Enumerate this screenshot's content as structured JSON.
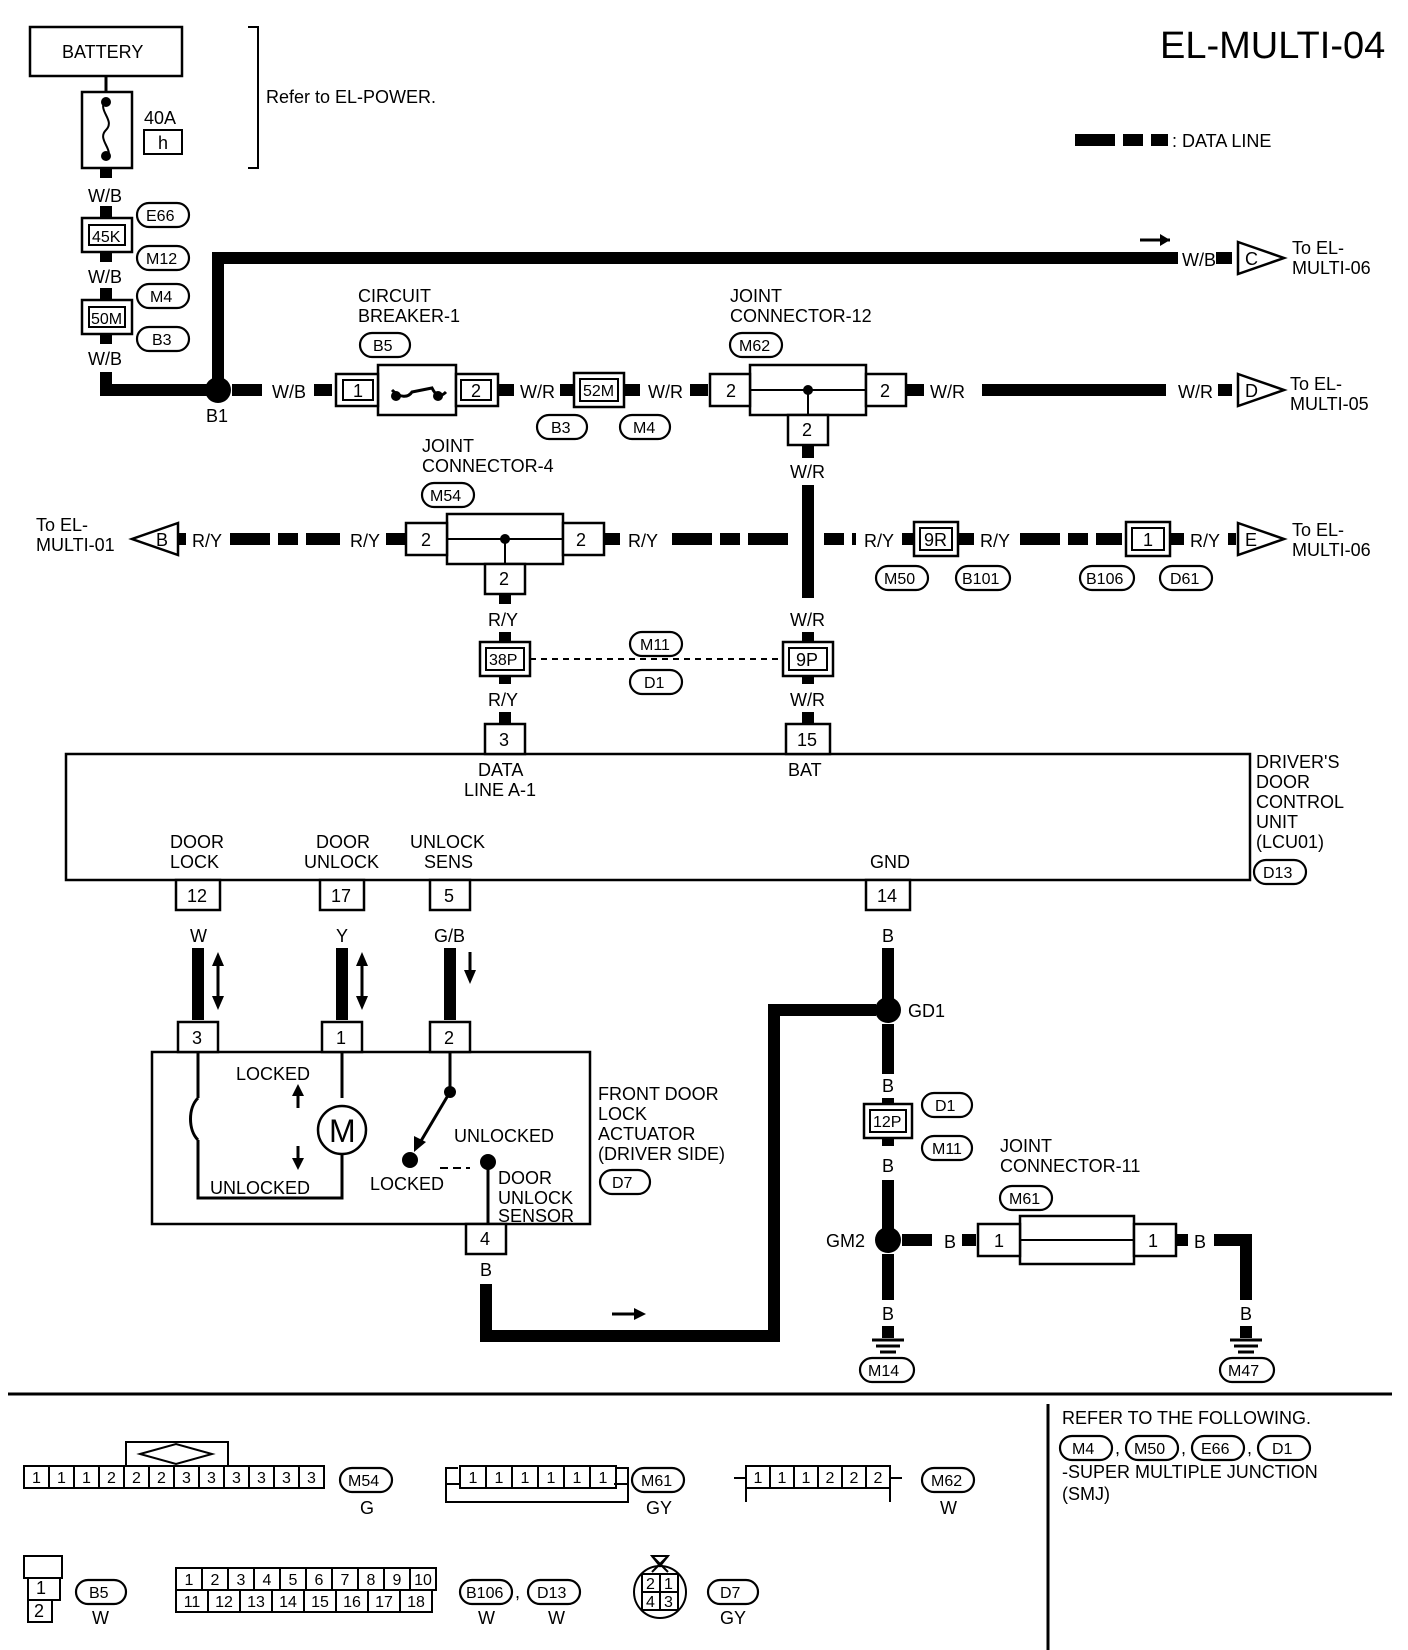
{
  "page_title": "EL-MULTI-04",
  "legend": {
    "data_line": ": DATA LINE"
  },
  "battery": {
    "label": "BATTERY",
    "fuse_rating": "40A",
    "fuse_id": "h",
    "refer": "Refer to EL-POWER."
  },
  "wires": {
    "wb": "W/B",
    "wr": "W/R",
    "ry": "R/Y",
    "w": "W",
    "y": "Y",
    "gb": "G/B",
    "b": "B"
  },
  "connectors": {
    "c45k": "45K",
    "c50m": "50M",
    "c52m": "52M",
    "c38p": "38P",
    "c9p": "9P",
    "c9r": "9R",
    "c12p": "12P",
    "e66": "E66",
    "m12": "M12",
    "m4": "M4",
    "b3": "B3",
    "b5": "B5",
    "m62": "M62",
    "m54": "M54",
    "m11": "M11",
    "d1": "D1",
    "m50": "M50",
    "b101": "B101",
    "b106": "B106",
    "d61": "D61",
    "d13": "D13",
    "d7": "D7",
    "m61": "M61",
    "m14": "M14",
    "m47": "M47"
  },
  "junctions": {
    "b1": "B1",
    "gd1": "GD1",
    "gm2": "GM2"
  },
  "components": {
    "circuit_breaker": [
      "CIRCUIT",
      "BREAKER-1"
    ],
    "joint_12": [
      "JOINT",
      "CONNECTOR-12"
    ],
    "joint_4": [
      "JOINT",
      "CONNECTOR-4"
    ],
    "joint_11": [
      "JOINT",
      "CONNECTOR-11"
    ],
    "dcu": [
      "DRIVER'S",
      "DOOR",
      "CONTROL",
      "UNIT",
      "(LCU01)"
    ],
    "actuator": [
      "FRONT DOOR",
      "LOCK",
      "ACTUATOR",
      "(DRIVER SIDE)"
    ]
  },
  "terminals": {
    "data_line": [
      "DATA",
      "LINE A-1"
    ],
    "bat": "BAT",
    "gnd": "GND",
    "door_lock": [
      "DOOR",
      "LOCK"
    ],
    "door_unlock": [
      "DOOR",
      "UNLOCK"
    ],
    "unlock_sens": [
      "UNLOCK",
      "SENS"
    ]
  },
  "pins": {
    "p1": "1",
    "p2": "2",
    "p3": "3",
    "p4": "4",
    "p5": "5",
    "p12": "12",
    "p14": "14",
    "p15": "15",
    "p17": "17"
  },
  "offpage": {
    "c": {
      "letter": "C",
      "text": [
        "To EL-",
        "MULTI-06"
      ]
    },
    "d": {
      "letter": "D",
      "text": [
        "To EL-",
        "MULTI-05"
      ]
    },
    "b": {
      "letter": "B",
      "text": [
        "To EL-",
        "MULTI-01"
      ]
    },
    "e": {
      "letter": "E",
      "text": [
        "To EL-",
        "MULTI-06"
      ]
    }
  },
  "actuator_labels": {
    "locked": "LOCKED",
    "unlocked": "UNLOCKED",
    "motor": "M",
    "sensor": [
      "DOOR",
      "UNLOCK",
      "SENSOR"
    ]
  },
  "connector_faces": {
    "m54": {
      "pins": [
        "1",
        "1",
        "1",
        "2",
        "2",
        "2",
        "3",
        "3",
        "3",
        "3",
        "3",
        "3"
      ],
      "color": "G"
    },
    "m61": {
      "pins": [
        "1",
        "1",
        "1",
        "1",
        "1",
        "1"
      ],
      "color": "GY"
    },
    "m62": {
      "pins": [
        "1",
        "1",
        "1",
        "2",
        "2",
        "2"
      ],
      "color": "W"
    },
    "b5": {
      "pins": [
        "1",
        "2"
      ],
      "color": "W"
    },
    "b106_d13": {
      "top": [
        "1",
        "2",
        "3",
        "4",
        "5",
        "6",
        "7",
        "8",
        "9",
        "10"
      ],
      "bottom": [
        "11",
        "12",
        "13",
        "14",
        "15",
        "16",
        "17",
        "18"
      ],
      "color_b106": "W",
      "color_d13": "W"
    },
    "d7": {
      "pins": [
        "2",
        "1",
        "4",
        "3"
      ],
      "color": "GY"
    }
  },
  "refer_note": {
    "line1": "REFER TO THE FOLLOWING.",
    "line2": "-SUPER MULTIPLE JUNCTION",
    "line3": "(SMJ)",
    "refs": [
      "M4",
      "M50",
      "E66",
      "D1"
    ]
  }
}
